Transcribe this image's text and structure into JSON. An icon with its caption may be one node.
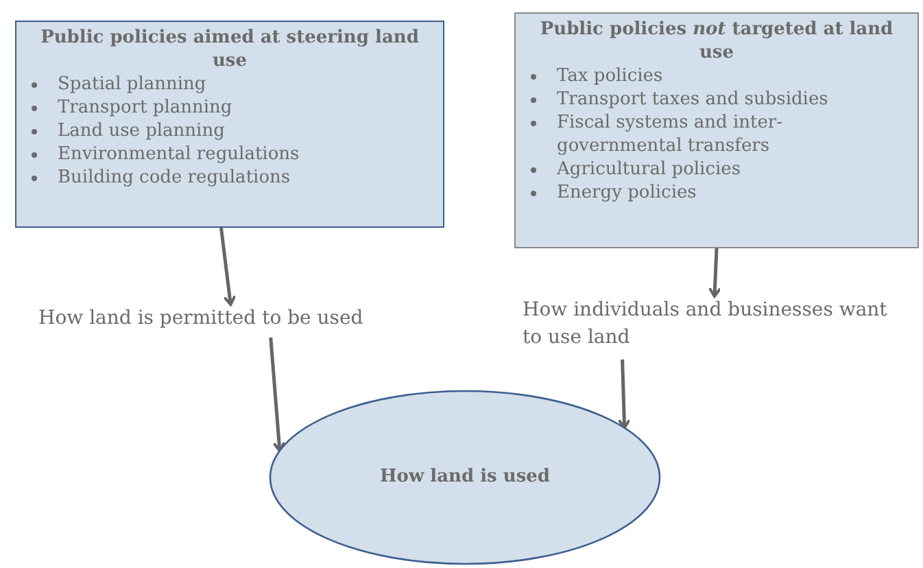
{
  "diagram": {
    "nodes": [
      {
        "text": [
          "Public policies aimed at steering land use",
          "Spatial planning",
          "Transport planning",
          "Land use planning",
          "Environmental regulations",
          "Building code regulations"
        ]
      },
      {
        "text": [
          "Public policies *not* targeted at land use",
          "Tax policies",
          "Transport taxes and subsidies",
          "Fiscal systems and inter-governmental transfers",
          "Agricultural policies",
          "Energy policies"
        ]
      },
      {
        "text": [
          "How land is permitted to be used"
        ]
      },
      {
        "text": [
          "How individuals and businesses want to use land"
        ]
      },
      {
        "text": [
          "How land is used"
        ]
      }
    ],
    "edges": [
      {
        "from": 0,
        "to": 2,
        "arrow": "to"
      },
      {
        "from": 1,
        "to": 3,
        "arrow": "to"
      },
      {
        "from": 2,
        "to": 4,
        "arrow": "to"
      },
      {
        "from": 3,
        "to": 4,
        "arrow": "to"
      }
    ]
  }
}
